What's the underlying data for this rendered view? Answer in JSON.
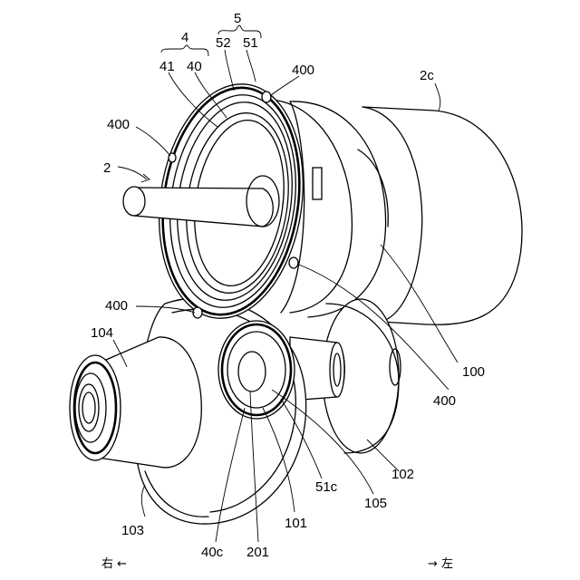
{
  "labels": {
    "l5": "5",
    "l52": "52",
    "l51": "51",
    "l4": "4",
    "l41": "41",
    "l40": "40",
    "l400_top": "400",
    "l2c": "2c",
    "l400_left": "400",
    "l2": "2",
    "l400_mid": "400",
    "l104": "104",
    "l100": "100",
    "l400_right": "400",
    "l102": "102",
    "l51c": "51c",
    "l105": "105",
    "l103": "103",
    "l101": "101",
    "l40c": "40c",
    "l201": "201"
  },
  "direction": {
    "right": "右 ←",
    "left": "→ 左"
  }
}
